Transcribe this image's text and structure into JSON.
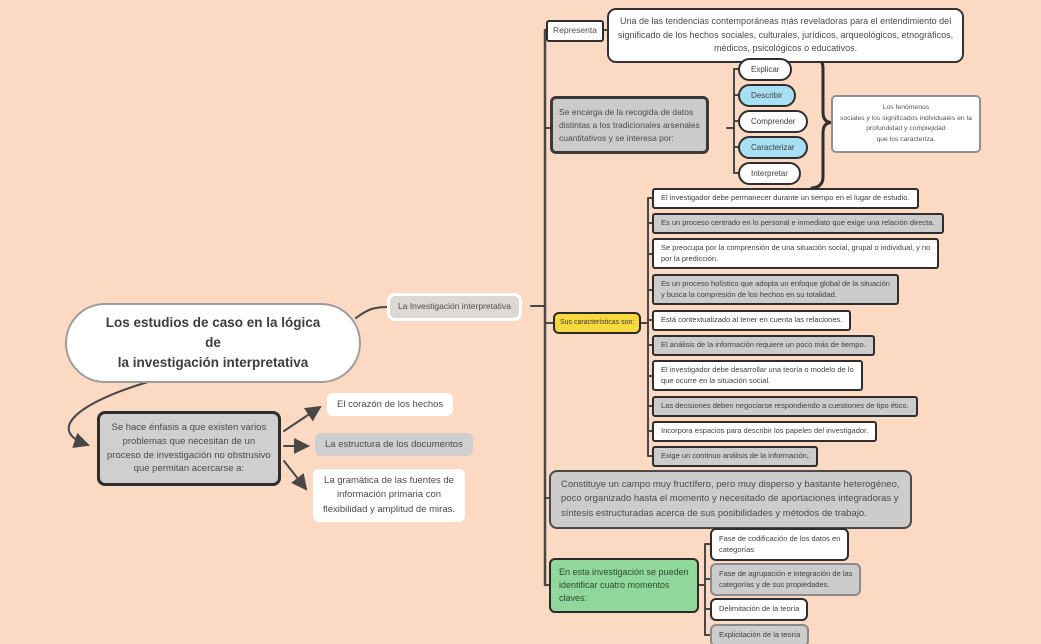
{
  "colors": {
    "background": "#fcd9c2",
    "line": "#474747",
    "highlight_blue": "#a7e0f2",
    "highlight_yellow": "#f7d93f",
    "highlight_green": "#8fd79a",
    "gray_fill": "#cccccc",
    "white_fill": "#ffffff"
  },
  "root": {
    "text": "Los estudios de caso en la lógica\nde\nla investigación interpretativa"
  },
  "enfasis": {
    "text": "Se hace énfasis a que existen varios\nproblemas que necesitan de un\nproceso de investigación no obstrusivo\nque permitan acercarse a:",
    "items": [
      "El corazón de los hechos",
      "La estructura de los documentos",
      "La gramática de las fuentes de\ninformación primaria con\nflexibilidad y amplitud de miras."
    ]
  },
  "investigacion": {
    "text": "La Investigación interpretativa"
  },
  "representa": {
    "label": "Representa",
    "text": "Una de las tendencias contemporáneas más reveladoras para el entendimiento del\nsignificado de los hechos sociales, culturales, jurídicos, arqueológicos, etnográficos,\nmédicos, psicológicos o educativos."
  },
  "recogida": {
    "text": "Se encarga de la recogida de datos\ndistintas a los tradicionales arsenales\ncuantitativos y se interesa por:",
    "verbs": [
      {
        "label": "Explicar",
        "highlighted": false
      },
      {
        "label": "Describir",
        "highlighted": true
      },
      {
        "label": "Comprender",
        "highlighted": false
      },
      {
        "label": "Caracterizar",
        "highlighted": true
      },
      {
        "label": "Interpretar",
        "highlighted": false
      }
    ],
    "result": "Los fenómenos\nsociales y los significados individuales en la\nprofundidad y complejidad\nque los caracteriza."
  },
  "caracteristicas": {
    "label": "Sus características son:",
    "items": [
      "El investigador debe permanecer durante un tiempo en el lugar de estudio.",
      "Es un proceso centrado en lo personal e inmediato que exige una relación directa.",
      "Se preocupa por la comprensión de una situación social, grupal o individual, y no\npor la predicción.",
      "Es un proceso holístico que adopta un enfoque global de la situación\ny busca la compresión de los hechos en su totalidad.",
      "Está contextualizado al tener en cuenta las relaciones.",
      "El análisis de la información requiere un poco más de tiempo.",
      "El investigador debe desarrollar una teoría o modelo de lo\nque ocurre en la situación social.",
      "Las decisiones deben negociarse respondiendo a cuestiones de tipo ético.",
      "Incorpora espacios para describir los papeles del investigador.",
      "Exige un continuo análisis de la información,"
    ]
  },
  "campo": {
    "text": "Constituye un campo muy fructífero, pero muy disperso y bastante heterogéneo,\npoco organizado hasta el momento y necesitado de aportaciones integradoras y\nsíntesis estructuradas acerca de sus posibilidades y métodos de trabajo."
  },
  "momentos": {
    "label": "En esta investigación se pueden\nidentificar cuatro momentos\nclaves:",
    "items": [
      "Fase de codificación de los datos en\ncategorías",
      "Fase de agrupación e integración de las\ncategorías y de sus propiedades.",
      "Delimitación de la teoría",
      "Explicitación de la teoría"
    ]
  }
}
